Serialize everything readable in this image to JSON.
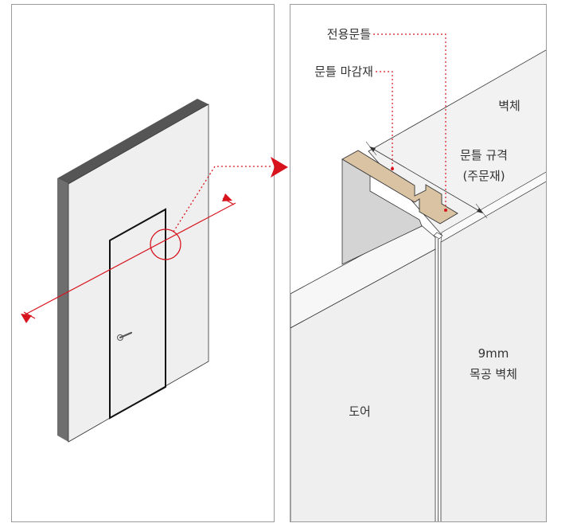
{
  "labels": {
    "dedicated_frame": "전용문틀",
    "frame_finish": "문틀 마감재",
    "wall": "벽체",
    "frame_spec_line1": "문틀 규격",
    "frame_spec_line2": "(주문재)",
    "wood_wall_line1": "9mm",
    "wood_wall_line2": "목공 벽체",
    "door": "도어"
  },
  "colors": {
    "accent_red": "#d7141e",
    "frame_wood": "#d9c3a3",
    "wall_face": "#efefef",
    "wall_edge": "#6e6e6e",
    "panel_border": "#9a9a9a"
  }
}
